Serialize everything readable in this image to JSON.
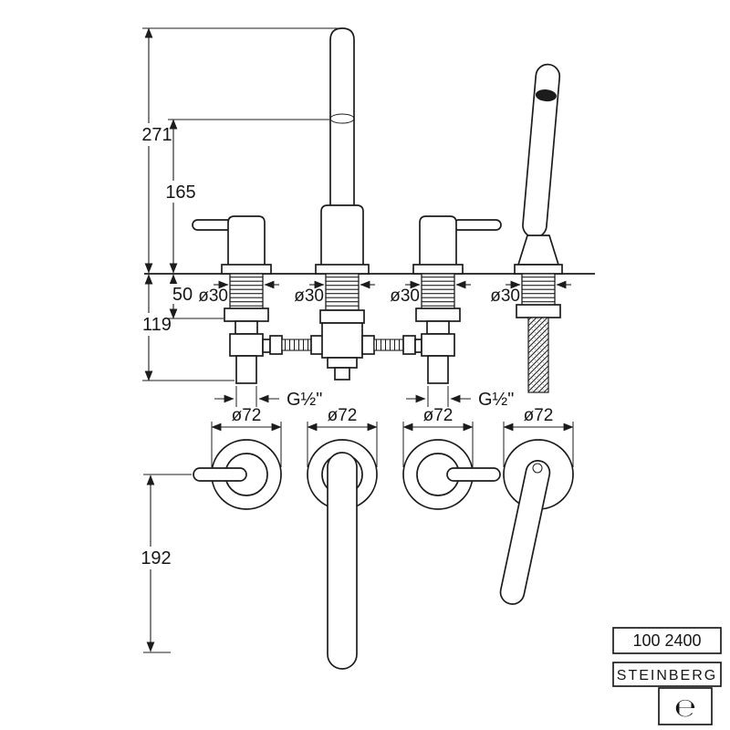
{
  "side_view": {
    "dim_total_height": "271",
    "dim_spout_height": "165",
    "dim_deck_thickness": "50",
    "dim_below_deck": "119",
    "hole_dias": [
      "ø30",
      "ø30",
      "ø30",
      "ø30"
    ],
    "thread_sizes": [
      "G½\"",
      "G½\""
    ]
  },
  "top_view": {
    "escutcheon_dias": [
      "ø72",
      "ø72",
      "ø72",
      "ø72"
    ],
    "dim_spout_reach": "192"
  },
  "title_block": {
    "model_number": "100 2400",
    "brand": "STEINBERG",
    "logo_glyph": "℮"
  }
}
